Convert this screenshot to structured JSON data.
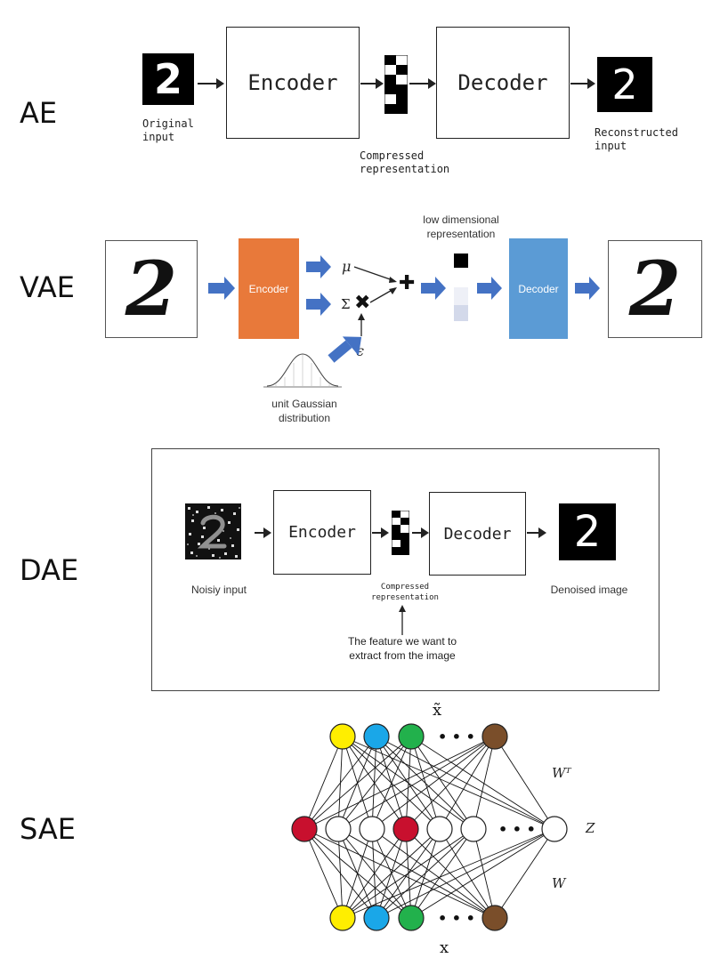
{
  "rows": {
    "ae": {
      "label": "AE",
      "input_label_1": "Original",
      "input_label_2": "input",
      "encoder": "Encoder",
      "decoder": "Decoder",
      "compressed_1": "Compressed",
      "compressed_2": "representation",
      "output_label_1": "Reconstructed",
      "output_label_2": "input",
      "digit": "2"
    },
    "vae": {
      "label": "VAE",
      "encoder": "Encoder",
      "decoder": "Decoder",
      "mu": "μ",
      "sigma": "Σ",
      "epsilon": "ϵ",
      "low_dim_1": "low dimensional",
      "low_dim_2": "representation",
      "gaussian_1": "unit Gaussian",
      "gaussian_2": "distribution",
      "digit": "2",
      "encoder_color": "#e8793a",
      "decoder_color": "#5b9bd5",
      "arrow_color": "#4472c4"
    },
    "dae": {
      "label": "DAE",
      "encoder": "Encoder",
      "decoder": "Decoder",
      "noisy_input": "Noisiy input",
      "compressed_1": "Compressed",
      "compressed_2": "representation",
      "denoised": "Denoised image",
      "feature_1": "The feature we want to",
      "feature_2": "extract from the image",
      "digit": "2"
    },
    "sae": {
      "label": "SAE",
      "x_tilde": "x̃",
      "x": "x",
      "w_t": "Wᵀ",
      "z": "Z",
      "w": "W",
      "dots": "• • •",
      "colors": {
        "yellow": "#ffee00",
        "blue": "#1aa7e8",
        "green": "#22b14c",
        "brown": "#7a4e2a",
        "red": "#c8102e",
        "white": "#ffffff"
      }
    }
  }
}
